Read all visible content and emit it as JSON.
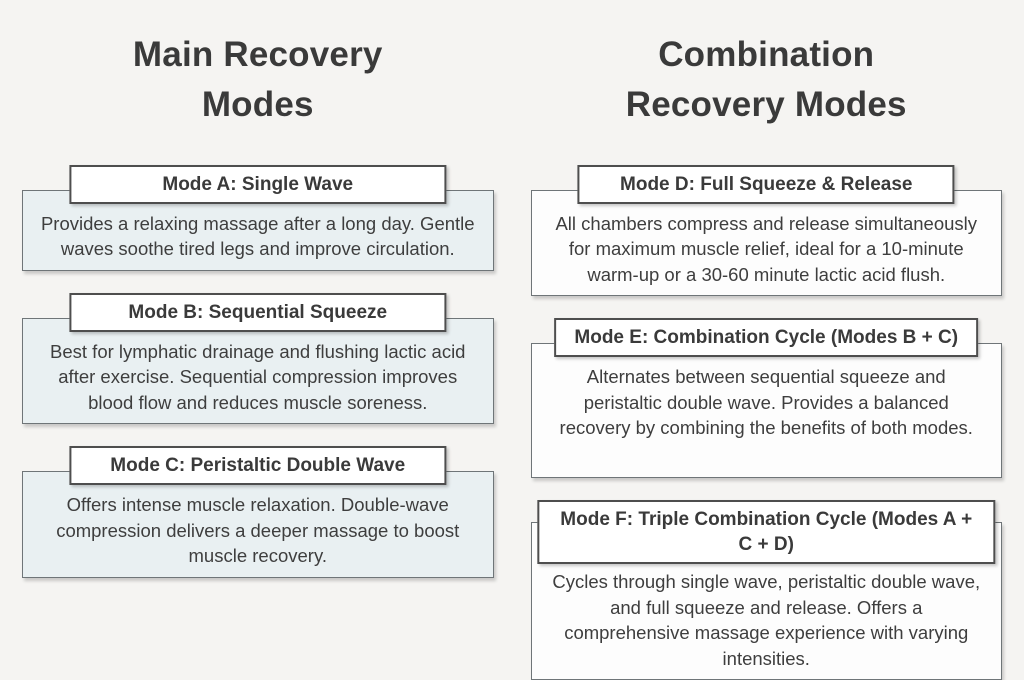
{
  "colors": {
    "page_bg": "#f5f4f2",
    "heading_text": "#3a3a3a",
    "text": "#3e3e3e",
    "title_box_bg": "#ffffff",
    "title_border": "#4e4e4e",
    "body_border": "#6f7578",
    "left_card_bg": "#e9f0f2",
    "right_card_bg": "#fdfdfd"
  },
  "columns": [
    {
      "title": "Main Recovery Modes",
      "title_lines": [
        "Main Recovery",
        "Modes"
      ],
      "cards": [
        {
          "title": "Mode A: Single Wave",
          "description": "Provides a relaxing massage after a long day. Gentle waves soothe tired legs and improve circulation."
        },
        {
          "title": "Mode B: Sequential Squeeze",
          "description": "Best for lymphatic drainage and flushing lactic acid after exercise. Sequential compression improves blood flow and reduces muscle soreness."
        },
        {
          "title": "Mode C: Peristaltic Double Wave",
          "description": "Offers intense muscle relaxation. Double-wave compression delivers a deeper massage to boost muscle recovery."
        }
      ]
    },
    {
      "title": "Combination Recovery Modes",
      "title_lines": [
        "Combination",
        "Recovery Modes"
      ],
      "cards": [
        {
          "title": "Mode D: Full Squeeze & Release",
          "description": "All chambers compress and release simultaneously for maximum muscle relief, ideal for a 10-minute warm-up or a 30-60 minute lactic acid flush."
        },
        {
          "title": "Mode E: Combination Cycle (Modes B + C)",
          "description": "Alternates between sequential squeeze and peristaltic double wave. Provides a balanced recovery by combining the benefits of both modes."
        },
        {
          "title": "Mode F: Triple Combination Cycle (Modes A + C + D)",
          "description": "Cycles through single wave, peristaltic double wave, and full squeeze and release. Offers a comprehensive massage experience with varying intensities."
        }
      ]
    }
  ]
}
